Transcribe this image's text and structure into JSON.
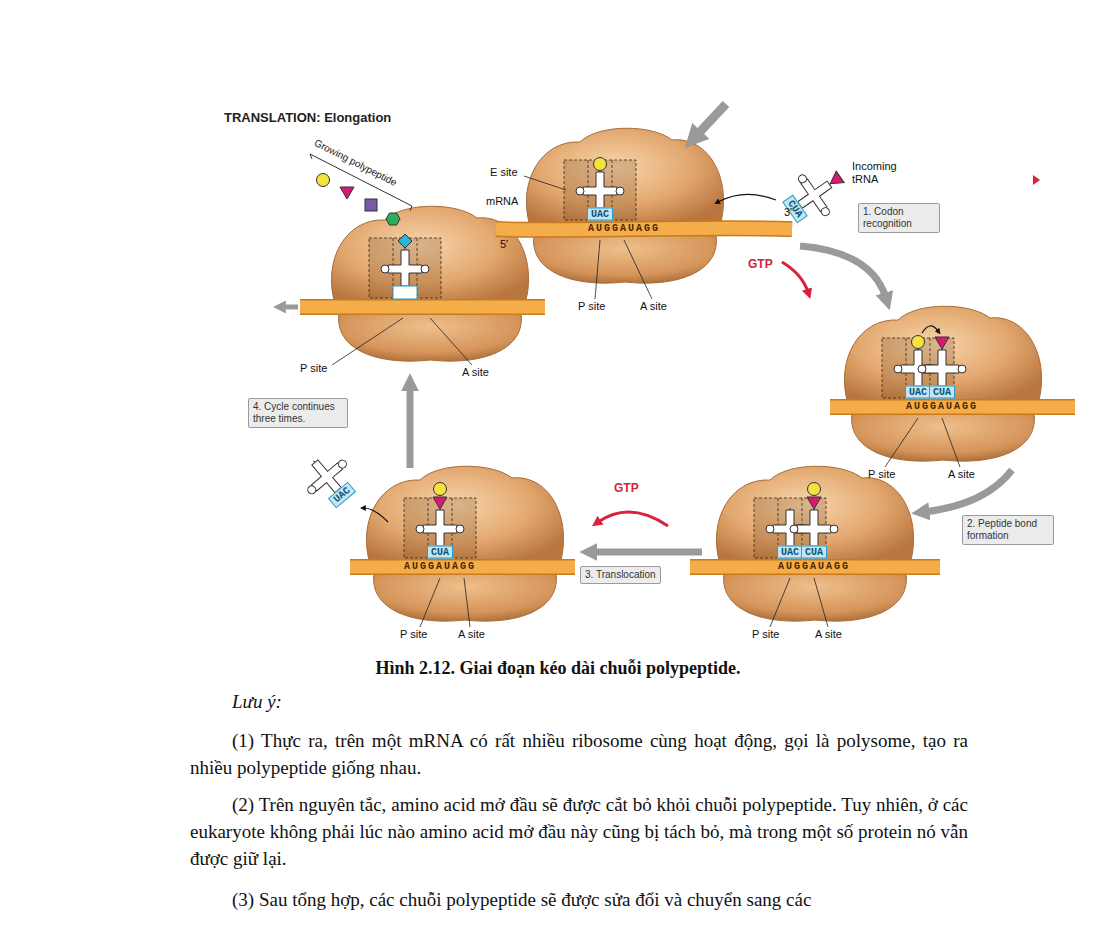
{
  "diagram": {
    "title": "TRANSLATION: Elongation",
    "caption": "Hình 2.12. Giai đoạn kéo dài chuỗi polypeptide.",
    "nodes": [
      {
        "text": [
          "UAC"
        ]
      },
      {
        "text": [
          "CUA"
        ]
      },
      {
        "text": [
          "1. Codon recognition"
        ]
      },
      {
        "text": [
          "UAC"
        ]
      },
      {
        "text": [
          "CUA"
        ]
      },
      {
        "text": [
          "2. Peptide bond formation"
        ]
      },
      {
        "text": [
          "UAC"
        ]
      },
      {
        "text": [
          "CUA"
        ]
      },
      {
        "text": [
          "3. Translocation"
        ]
      },
      {
        "text": [
          "CUA"
        ]
      },
      {
        "text": [
          "UAC"
        ]
      },
      {
        "text": [
          "4. Cycle continues three times."
        ]
      }
    ],
    "labels": [
      "Growing polypeptide",
      "E site",
      "mRNA",
      "5′",
      "AUGGAUAGG",
      "3′",
      "Incoming tRNA",
      "P site",
      "A site",
      "GTP",
      "AUGGAUAGG",
      "P site",
      "A site",
      "AUGGAUAGG",
      "P site",
      "A site",
      "GTP",
      "AUGGAUAGG",
      "P site",
      "A site",
      "P site",
      "A site",
      "Lưu ý:",
      "(1) Thực ra, trên một mRNA có rất nhiều ribosome cùng hoạt động, gọi là polysome, tạo ra nhiều polypeptide giống nhau.",
      "(2) Trên nguyên tắc, amino acid mở đầu sẽ được cắt bỏ khỏi chuỗi polypeptide. Tuy nhiên, ở các eukaryote không phải lúc nào amino acid mở đầu này cũng bị tách bỏ, mà trong một số protein nó vẫn được giữ lại.",
      "(3) Sau tổng hợp, các chuỗi polypeptide sẽ được sửa đổi và chuyển sang các"
    ]
  }
}
